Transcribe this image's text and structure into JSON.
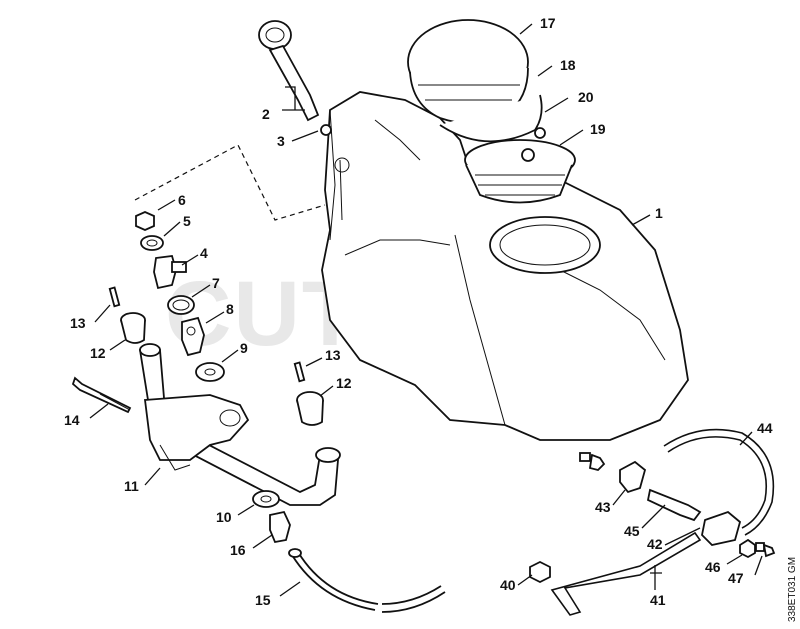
{
  "diagram": {
    "watermark": "CUTLER'S",
    "drawing_code": "338ET031 GM",
    "callouts": [
      {
        "id": "c1",
        "label": "1"
      },
      {
        "id": "c2",
        "label": "2"
      },
      {
        "id": "c3",
        "label": "3"
      },
      {
        "id": "c4",
        "label": "4"
      },
      {
        "id": "c5",
        "label": "5"
      },
      {
        "id": "c6",
        "label": "6"
      },
      {
        "id": "c7",
        "label": "7"
      },
      {
        "id": "c8",
        "label": "8"
      },
      {
        "id": "c9",
        "label": "9"
      },
      {
        "id": "c10",
        "label": "10"
      },
      {
        "id": "c11",
        "label": "11"
      },
      {
        "id": "c12a",
        "label": "12"
      },
      {
        "id": "c12b",
        "label": "12"
      },
      {
        "id": "c13a",
        "label": "13"
      },
      {
        "id": "c13b",
        "label": "13"
      },
      {
        "id": "c14",
        "label": "14"
      },
      {
        "id": "c15",
        "label": "15"
      },
      {
        "id": "c16",
        "label": "16"
      },
      {
        "id": "c17",
        "label": "17"
      },
      {
        "id": "c18",
        "label": "18"
      },
      {
        "id": "c19",
        "label": "19"
      },
      {
        "id": "c20",
        "label": "20"
      },
      {
        "id": "c40",
        "label": "40"
      },
      {
        "id": "c41",
        "label": "41"
      },
      {
        "id": "c42",
        "label": "42"
      },
      {
        "id": "c43",
        "label": "43"
      },
      {
        "id": "c44",
        "label": "44"
      },
      {
        "id": "c45",
        "label": "45"
      },
      {
        "id": "c46",
        "label": "46"
      },
      {
        "id": "c47",
        "label": "47"
      }
    ]
  }
}
